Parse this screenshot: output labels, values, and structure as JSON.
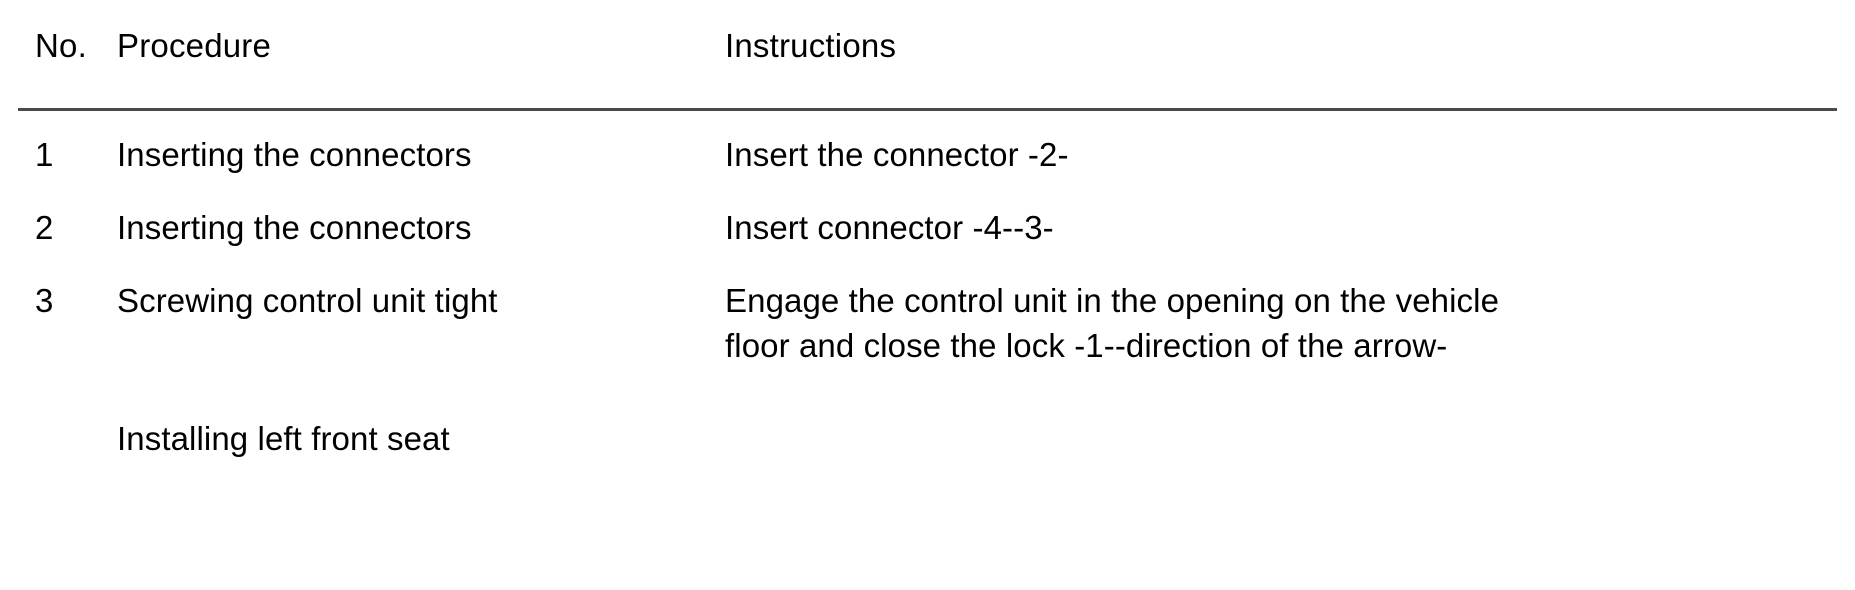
{
  "table": {
    "columns": [
      {
        "key": "no",
        "label": "No."
      },
      {
        "key": "procedure",
        "label": "Procedure"
      },
      {
        "key": "instructions",
        "label": "Instructions"
      }
    ],
    "rule_color": "#4a4a4a",
    "rows": [
      {
        "no": "1",
        "procedure": "Inserting the connectors",
        "instructions_line1": "Insert the connector -2-",
        "instructions_line2": ""
      },
      {
        "no": "2",
        "procedure": "Inserting the connectors",
        "instructions_line1": "Insert connector -4--3-",
        "instructions_line2": ""
      },
      {
        "no": "3",
        "procedure": "Screwing control unit tight",
        "instructions_line1": "Engage the control unit in the opening on the vehicle",
        "instructions_line2": "floor and close the lock -1--direction of the arrow-"
      },
      {
        "no": "",
        "procedure": "Installing left front seat",
        "instructions_line1": "",
        "instructions_line2": ""
      }
    ]
  }
}
